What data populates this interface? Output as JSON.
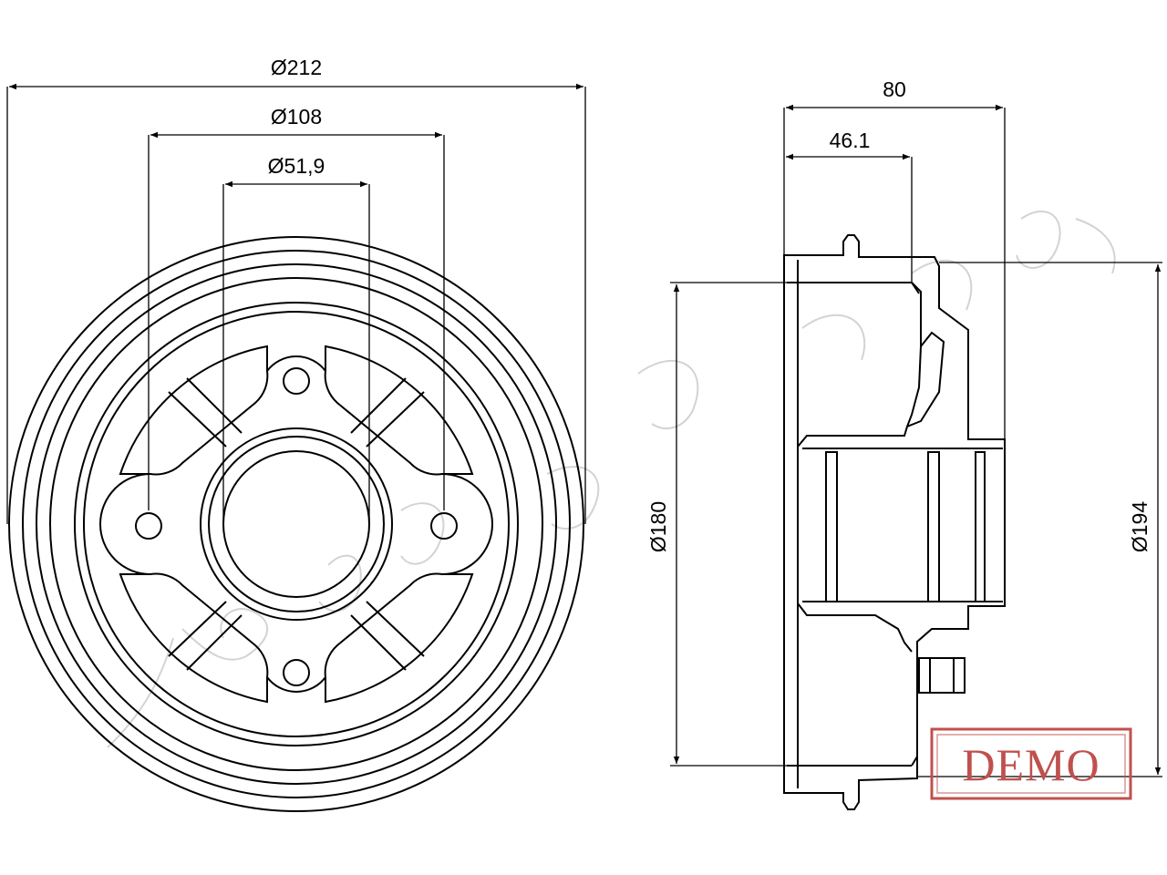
{
  "dimensions": {
    "outer_diameter": "Ø212",
    "bolt_circle": "Ø108",
    "center_bore": "Ø51,9",
    "overall_width": "80",
    "hub_offset": "46.1",
    "braking_diameter": "Ø180",
    "outer_body_diameter": "Ø194"
  },
  "stamp": {
    "label": "DEMO",
    "color": "#c0504d"
  },
  "watermark": {
    "label": "Japko"
  }
}
